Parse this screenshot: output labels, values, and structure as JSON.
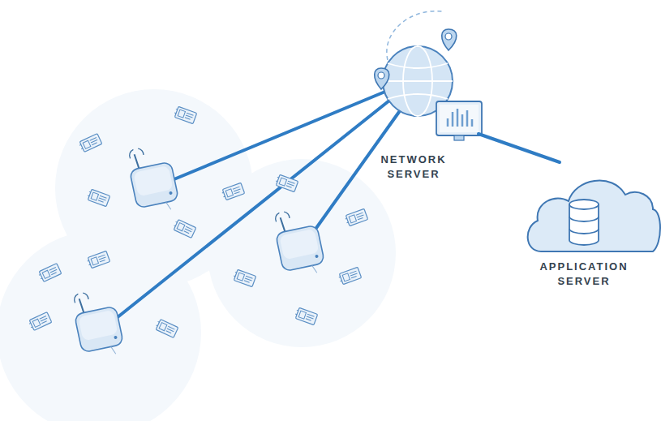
{
  "diagram": {
    "nodes": [
      {
        "text": [
          "NETWORK SERVER"
        ]
      },
      {
        "text": [
          "APPLICATION SERVER"
        ]
      }
    ],
    "edges": [
      {
        "from": 0,
        "to": 1,
        "arrow": "none"
      }
    ]
  }
}
